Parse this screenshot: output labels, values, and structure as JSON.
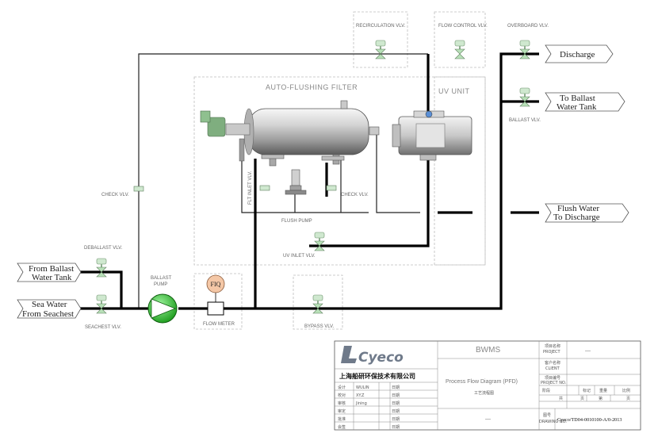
{
  "diagram": {
    "colors": {
      "pipe": "#000000",
      "equipment_box": "#bdbdbd",
      "valve": "#b8e0b8",
      "pump": "#2eb82e",
      "fiq": "#f4c7a6"
    },
    "boxes": {
      "filter": "AUTO-FLUSHING FILTER",
      "uv": "UV UNIT"
    },
    "valve_labels": {
      "recirculation": "RECIRCULATION VLV.",
      "flow_control": "FLOW CONTROL VLV.",
      "overboard": "OVERBOARD VLV.",
      "ballast": "BALLAST VLV.",
      "check_main": "CHECK VLV.",
      "check_filter": "CHECK VLV.",
      "flt_inlet": "FLT INLET VLV.",
      "uv_inlet": "UV INLET VLV.",
      "bypass": "BYPASS VLV.",
      "deballast": "DEBALLAST VLV.",
      "seachest": "SEACHEST VLV."
    },
    "equipment_labels": {
      "flush_pump": "FLUSH PUMP",
      "ballast_pump_1": "BALLAST",
      "ballast_pump_2": "PUMP",
      "flow_meter": "FLOW METER",
      "fiq": "FIQ"
    },
    "terminals": {
      "discharge": "Discharge",
      "to_ballast_1": "To Ballast",
      "to_ballast_2": "Water Tank",
      "flush_water_1": "Flush Water",
      "flush_water_2": "To Discharge",
      "from_ballast_1": "From Ballast",
      "from_ballast_2": "Water Tank",
      "sea_water_1": "Sea Water",
      "sea_water_2": "From Seachest"
    }
  },
  "title_block": {
    "logo": "Cyeco",
    "company_cn": "上海船研环保技术有限公司",
    "project_name": "BWMS",
    "drawing_title": "Process Flow Diagram (PFD)",
    "drawing_title_cn": "工艺流程图",
    "project_label_cn": "项目名称",
    "project_label": "PROJECT",
    "project_value": "—",
    "client_label_cn": "客户名称",
    "client_label": "CLIENT",
    "project_no_label_cn": "项目编号",
    "project_no_label": "PROJECT NO.",
    "drawing_no_label_cn": "图号",
    "drawing_no_label": "DRAWING NO.",
    "drawing_no": "Cyeco/TD04-0010100-A/0-2013",
    "dash": "—",
    "stage_labels": [
      "阶段",
      "标记",
      "重量",
      "比例"
    ],
    "sheet_labels": [
      "共",
      "页",
      "第",
      "页"
    ],
    "sign_rows": [
      {
        "role": "设计",
        "name": "WULIN",
        "date": "日期"
      },
      {
        "role": "校对",
        "name": "XY.Z",
        "date": "日期"
      },
      {
        "role": "审核",
        "name": "Jining",
        "date": "日期"
      },
      {
        "role": "审定",
        "name": "",
        "date": "日期"
      },
      {
        "role": "批准",
        "name": "",
        "date": "日期"
      },
      {
        "role": "会签",
        "name": "",
        "date": "日期"
      }
    ]
  }
}
